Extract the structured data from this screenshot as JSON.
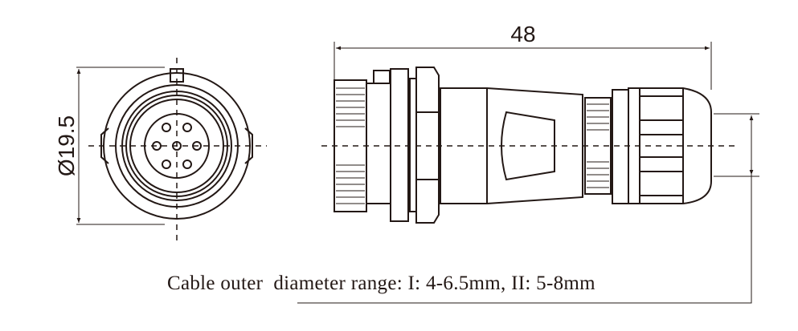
{
  "dimensions": {
    "diameter_label": "Ø19.5",
    "length_label": "48"
  },
  "caption": "Cable outer  diameter range: I: 4-6.5mm, II: 5-8mm",
  "colors": {
    "line": "#231815",
    "background": "#ffffff"
  }
}
